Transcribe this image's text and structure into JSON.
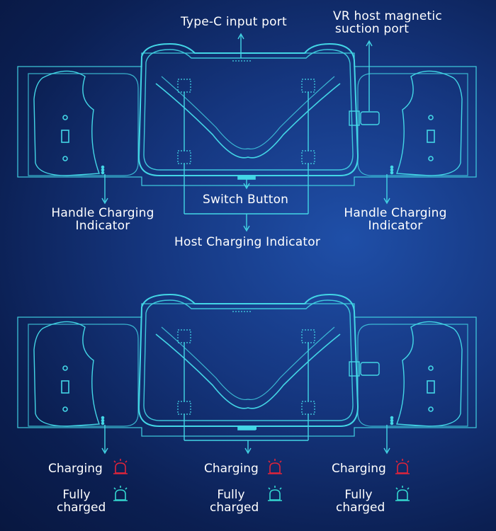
{
  "labels": {
    "type_c": "Type-C input port",
    "vr_host_line1": "VR host magnetic",
    "vr_host_line2": "suction port",
    "switch_button": "Switch Button",
    "handle_left_line1": "Handle Charging",
    "handle_left_line2": "Indicator",
    "handle_right_line1": "Handle Charging",
    "handle_right_line2": "Indicator",
    "host_charging": "Host Charging Indicator"
  },
  "legend": [
    {
      "charging": "Charging",
      "full_line1": "Fully",
      "full_line2": "charged"
    },
    {
      "charging": "Charging",
      "full_line1": "Fully",
      "full_line2": "charged"
    },
    {
      "charging": "Charging",
      "full_line1": "Fully",
      "full_line2": "charged"
    }
  ],
  "colors": {
    "line": "#43d6e6",
    "charging_icon": "#e0243a",
    "full_icon": "#34d8d0"
  },
  "icons": {
    "charging": "siren-icon-red",
    "full": "siren-icon-cyan"
  }
}
